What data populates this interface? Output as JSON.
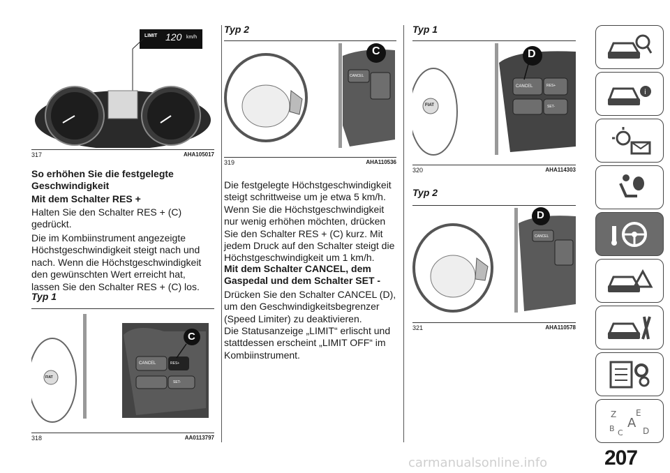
{
  "figures": {
    "f317": {
      "number": "317",
      "code": "AHA105017",
      "display_label": "LIMIT",
      "display_value": "120",
      "display_unit": "km/h"
    },
    "f318": {
      "number": "318",
      "code": "AA0113797",
      "callout": "C",
      "cancel_label": "CANCEL",
      "set_label": "SET-",
      "res_label": "RES+",
      "brand": "FIAT"
    },
    "f319": {
      "number": "319",
      "code": "AHA110536",
      "callout": "C",
      "cancel_label": "CANCEL"
    },
    "f320": {
      "number": "320",
      "code": "AHA114303",
      "callout": "D",
      "cancel_label": "CANCEL",
      "set_label": "SET-",
      "res_label": "RES+",
      "brand": "FIAT"
    },
    "f321": {
      "number": "321",
      "code": "AHA110578",
      "callout": "D",
      "cancel_label": "CANCEL"
    }
  },
  "col1": {
    "heading": "So erhöhen Sie die festgelegte Geschwindigkeit",
    "subheading": "Mit dem Schalter RES +",
    "para1": "Halten Sie den Schalter RES + (C) gedrückt.",
    "para2": "Die im Kombiinstrument angezeigte Höchstgeschwindigkeit steigt nach und nach. Wenn die Höchstgeschwindigkeit den gewünschten Wert erreicht hat, lassen Sie den Schalter RES + (C) los.",
    "typ": "Typ 1"
  },
  "col2": {
    "typ": "Typ 2",
    "para1": "Die festgelegte Höchstgeschwindigkeit steigt schrittweise um je etwa 5 km/h. Wenn Sie die Höchstgeschwindigkeit nur wenig erhöhen möchten, drücken Sie den Schalter RES + (C) kurz. Mit jedem Druck auf den Schalter steigt die Höchstgeschwindigkeit um 1 km/h.",
    "heading": "Mit dem Schalter CANCEL, dem Gaspedal und dem Schalter SET -",
    "para2": "Drücken Sie den Schalter CANCEL (D), um den Geschwindigkeitsbegrenzer (Speed Limiter) zu deaktivieren.",
    "para3": "Die Statusanzeige „LIMIT“ erlischt und stattdessen erscheint „LIMIT OFF“ im Kombiinstrument."
  },
  "col3": {
    "typ1": "Typ 1",
    "typ2": "Typ 2"
  },
  "sidebar_tabs": [
    {
      "icon": "car-info-icon"
    },
    {
      "icon": "car-dashboard-icon"
    },
    {
      "icon": "warning-light-icon"
    },
    {
      "icon": "airbag-seat-icon"
    },
    {
      "icon": "steering-wheel-key-icon",
      "active": true
    },
    {
      "icon": "car-breakdown-icon"
    },
    {
      "icon": "car-service-icon"
    },
    {
      "icon": "technical-data-icon"
    },
    {
      "icon": "alphabetical-index-icon"
    }
  ],
  "page_number": "207",
  "watermark": "carmanualsonline.info"
}
